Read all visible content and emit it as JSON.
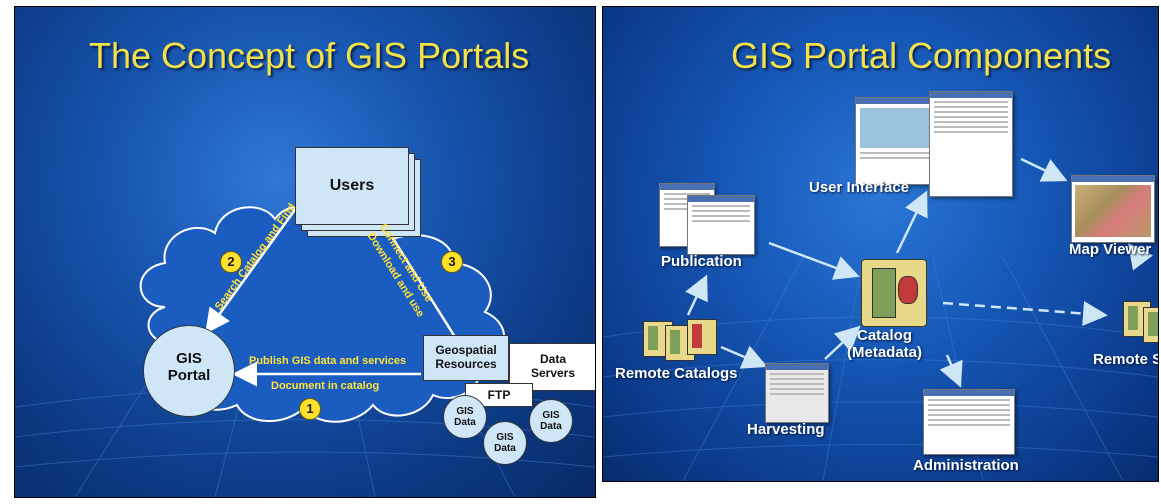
{
  "left_slide": {
    "title": "The Concept of GIS Portals",
    "users_label": "Users",
    "portal_line1": "GIS",
    "portal_line2": "Portal",
    "geo_line1": "Geospatial",
    "geo_line2": "Resources",
    "data_servers_line1": "Data",
    "data_servers_line2": "Servers",
    "ftp_label": "FTP",
    "gis_data_line1": "GIS",
    "gis_data_line2": "Data",
    "step1_number": "1",
    "step2_number": "2",
    "step3_number": "3",
    "search_label": "Search Catalog and Find",
    "connect_label": "Connect and Use",
    "download_label": "Download and use",
    "publish_label": "Publish GIS data and services",
    "document_label": "Document in catalog"
  },
  "right_slide": {
    "title": "GIS Portal Components",
    "user_interface_label": "User Interface",
    "map_viewer_label": "Map Viewer",
    "publication_label": "Publication",
    "catalog_line1": "Catalog",
    "catalog_line2": "(Metadata)",
    "remote_catalogs_label": "Remote Catalogs",
    "remote_partial_label": "Remote S",
    "harvesting_label": "Harvesting",
    "administration_label": "Administration"
  },
  "colors": {
    "title_yellow": "#f3e14a",
    "label_yellow": "#ffe23a",
    "slide_blue": "#1856b0",
    "box_light_blue": "#cfe6f7"
  }
}
